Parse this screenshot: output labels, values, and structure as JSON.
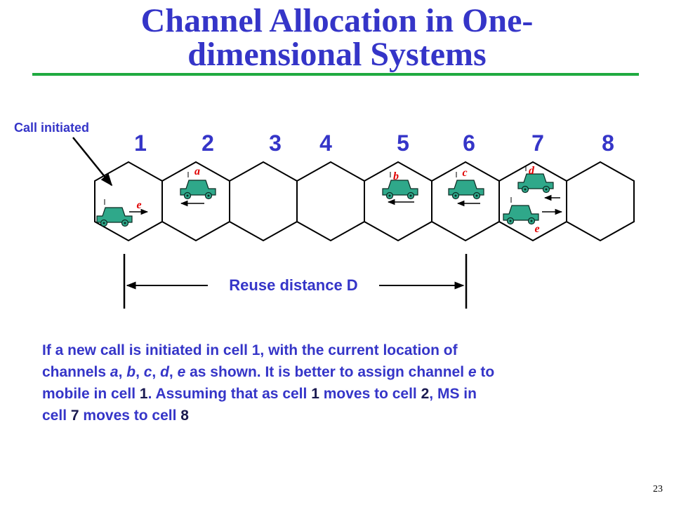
{
  "slide": {
    "title_line1": "Channel Allocation in One-",
    "title_line2": "dimensional Systems",
    "call_label": "Call initiated",
    "cells": [
      "1",
      "2",
      "3",
      "4",
      "5",
      "6",
      "7",
      "8"
    ],
    "channel_labels": {
      "a": "a",
      "b": "b",
      "c": "c",
      "d": "d",
      "e_cell1": "e",
      "e_cell7": "e"
    },
    "reuse_label": "Reuse distance D",
    "description": {
      "l1": "If a new call is initiated in cell 1, with the current location of",
      "l2_pre": "channels ",
      "l2_a": "a",
      "l2_s1": ", ",
      "l2_b": "b",
      "l2_s2": ", ",
      "l2_c": "c",
      "l2_s3": ", ",
      "l2_d": "d",
      "l2_s4": ", ",
      "l2_e": "e",
      "l2_mid": " as shown. It is better to assign channel ",
      "l2_e2": "e",
      "l2_end": " to",
      "l3_pre": "mobile in cell ",
      "l3_n1": "1",
      "l3_mid1": ". Assuming that as cell ",
      "l3_n2": "1",
      "l3_mid2": " moves to cell ",
      "l3_n3": "2",
      "l3_end": ", MS in",
      "l4_pre": "cell ",
      "l4_n1": "7",
      "l4_mid": " moves to cell ",
      "l4_n2": "8"
    },
    "page_number": "23",
    "colors": {
      "title": "#3535c8",
      "rule": "#1faa40",
      "car": "#2fa88a",
      "channel_label": "#e00000"
    }
  }
}
